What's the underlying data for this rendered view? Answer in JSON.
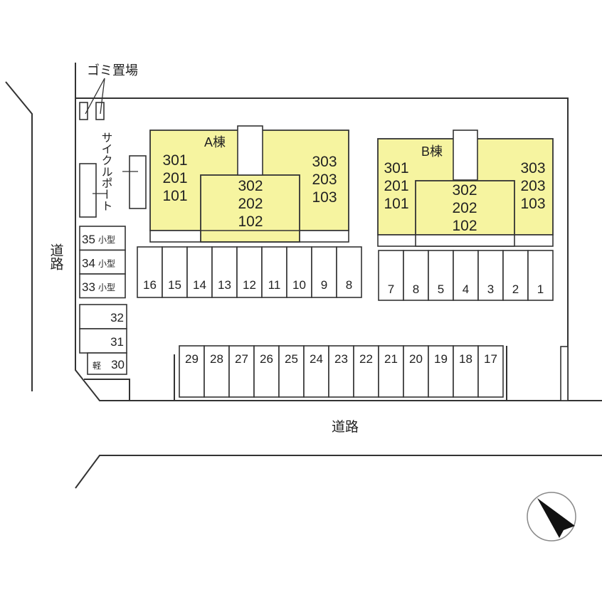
{
  "labels": {
    "garbage": "ゴミ置場",
    "cycle_port": "サイクルポート",
    "road_left": "道路",
    "road_bottom": "道路"
  },
  "building_a": {
    "name": "A棟",
    "left_units": [
      "301",
      "201",
      "101"
    ],
    "center_units": [
      "302",
      "202",
      "102"
    ],
    "right_units": [
      "303",
      "203",
      "103"
    ]
  },
  "building_b": {
    "name": "B棟",
    "left_units": [
      "301",
      "201",
      "101"
    ],
    "center_units": [
      "302",
      "202",
      "102"
    ],
    "right_units": [
      "303",
      "203",
      "103"
    ]
  },
  "parking": {
    "row_a": [
      "16",
      "15",
      "14",
      "13",
      "12",
      "11",
      "10",
      "9",
      "8"
    ],
    "row_b": [
      "7",
      "8",
      "5",
      "4",
      "3",
      "2",
      "1"
    ],
    "row_bottom": [
      "29",
      "28",
      "27",
      "26",
      "25",
      "24",
      "23",
      "22",
      "21",
      "20",
      "19",
      "18",
      "17"
    ],
    "left_small": [
      {
        "num": "35",
        "tag": "小型"
      },
      {
        "num": "34",
        "tag": "小型"
      },
      {
        "num": "33",
        "tag": "小型"
      }
    ],
    "left_regular": [
      "32",
      "31"
    ],
    "left_kei": {
      "tag": "軽",
      "num": "30"
    }
  },
  "colors": {
    "building_fill": "#f6f4a0",
    "line": "#333333"
  },
  "compass": {
    "icon": "north-arrow-icon"
  }
}
